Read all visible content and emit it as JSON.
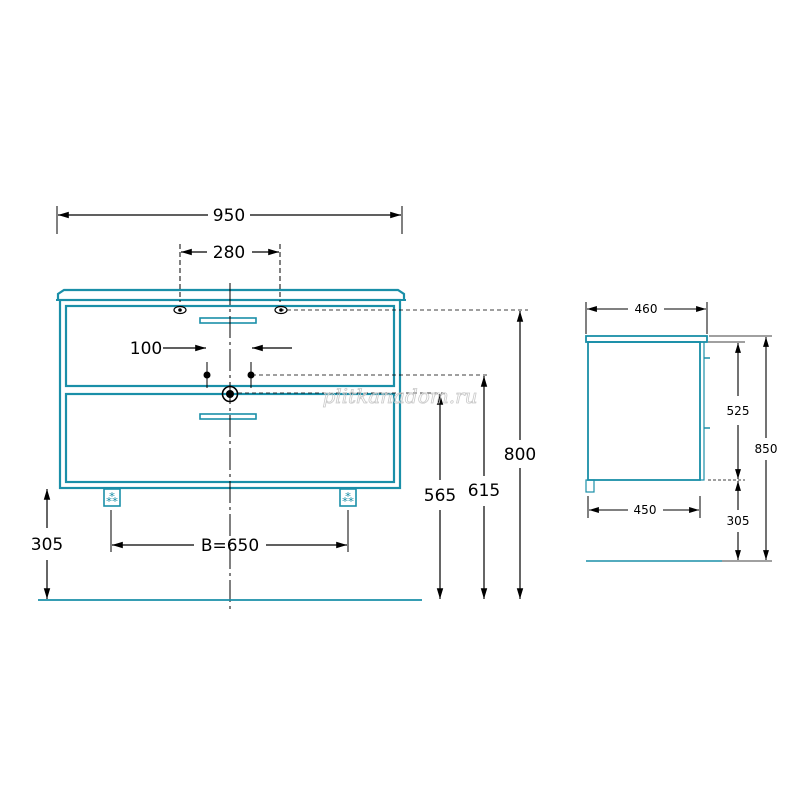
{
  "front_view": {
    "width_total": "950",
    "mixer_holes_spacing": "280",
    "drain_offset": "100",
    "legs_spacing": "B=650",
    "height_total": "800",
    "height_615": "615",
    "height_565": "565",
    "legs_height": "305"
  },
  "side_view": {
    "top_depth": "460",
    "body_depth": "450",
    "body_height": "525",
    "total_height": "850",
    "legs_height": "305"
  },
  "watermark": "plitkanadom.ru",
  "colors": {
    "cabinet": "#1a8fa8",
    "lines": "#000000",
    "floor": "#1a8fa8"
  }
}
